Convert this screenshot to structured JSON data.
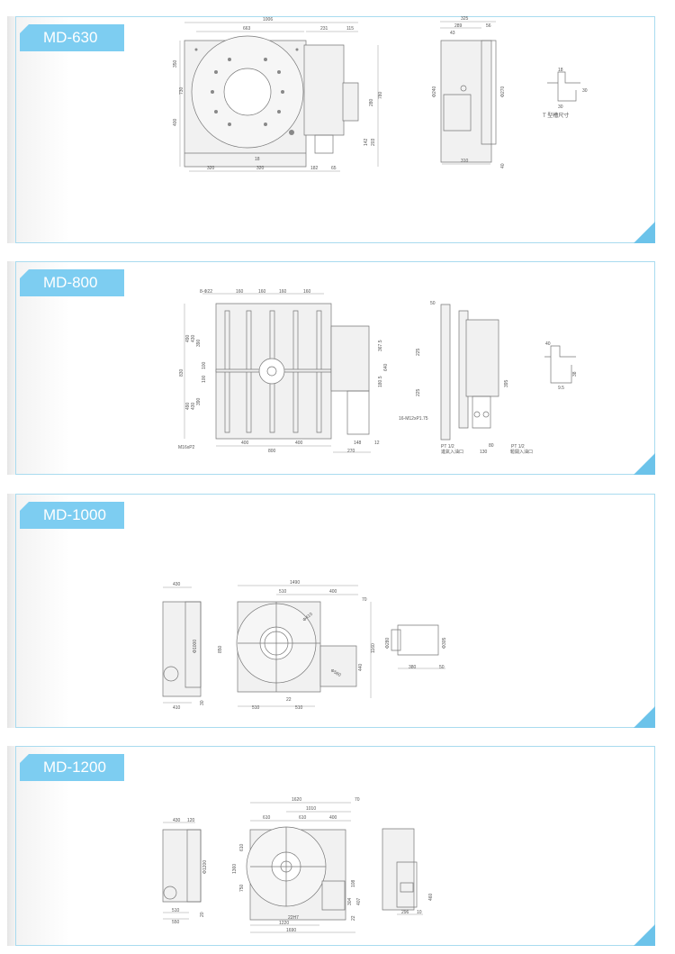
{
  "panels": [
    {
      "model": "MD-630",
      "dims": [
        "1006",
        "663",
        "231",
        "115",
        "350",
        "400",
        "730",
        "280",
        "780",
        "142",
        "203",
        "320",
        "320",
        "182",
        "65",
        "18",
        "325",
        "289",
        "56",
        "43",
        "Φ240",
        "Φ270",
        "310",
        "40",
        "18",
        "30",
        "30"
      ],
      "note": "T 型槽尺寸"
    },
    {
      "model": "MD-800",
      "dims": [
        "8-Φ22",
        "160",
        "160",
        "160",
        "160",
        "830",
        "490",
        "490",
        "430",
        "430",
        "390",
        "390",
        "100",
        "100",
        "M16xP2",
        "400",
        "400",
        "800",
        "367.5",
        "180.5",
        "640",
        "148",
        "12",
        "270",
        "225",
        "225",
        "16-M12xP1.75",
        "PT 1/2",
        "PT 1/2",
        "130",
        "80",
        "395",
        "50",
        "40",
        "38",
        "9.5"
      ],
      "notes": [
        "進氣入油口",
        "鬆開入油口"
      ]
    },
    {
      "model": "MD-1000",
      "dims": [
        "430",
        "1490",
        "510",
        "400",
        "70",
        "Φ410",
        "Φ1000",
        "Φ560",
        "850",
        "1160",
        "440",
        "410",
        "30",
        "22",
        "510",
        "510",
        "Φ280",
        "Φ305",
        "380",
        "50"
      ]
    },
    {
      "model": "MD-1200",
      "dims": [
        "430",
        "120",
        "1620",
        "1010",
        "70",
        "610",
        "610",
        "400",
        "1360",
        "610",
        "750",
        "Φ1200",
        "510",
        "550",
        "20",
        "22H7",
        "1220",
        "1690",
        "304",
        "407",
        "108",
        "22",
        "296",
        "10",
        "460"
      ]
    }
  ],
  "colors": {
    "tab": "#7dcdf1",
    "border": "#a9dbef",
    "corner": "#6cc3ea"
  }
}
